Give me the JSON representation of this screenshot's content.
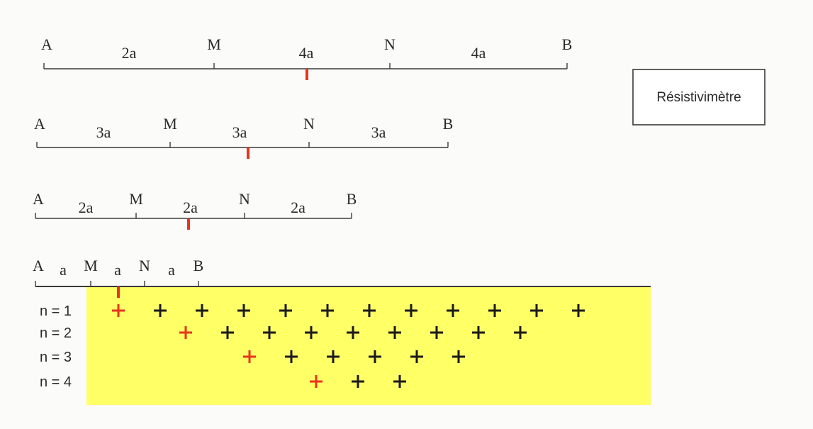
{
  "colors": {
    "background": "#fbfbfa",
    "line": "#3a3a3a",
    "midpoint": "#e8341c",
    "ground": "#ffff66",
    "plus": "#1a1a1a",
    "plus_first": "#e8341c"
  },
  "device": {
    "label": "Résistivimètre"
  },
  "arrays": [
    {
      "electrodes": [
        "A",
        "M",
        "N",
        "B"
      ],
      "spacings": [
        "2a",
        "4a",
        "4a"
      ]
    },
    {
      "electrodes": [
        "A",
        "M",
        "N",
        "B"
      ],
      "spacings": [
        "3a",
        "3a",
        "3a"
      ]
    },
    {
      "electrodes": [
        "A",
        "M",
        "N",
        "B"
      ],
      "spacings": [
        "2a",
        "2a",
        "2a"
      ]
    },
    {
      "electrodes": [
        "A",
        "M",
        "N",
        "B"
      ],
      "spacings": [
        "a",
        "a",
        "a"
      ]
    }
  ],
  "pseudo_section": {
    "rows": [
      {
        "label": "n = 1",
        "count": 12
      },
      {
        "label": "n = 2",
        "count": 9
      },
      {
        "label": "n = 3",
        "count": 6
      },
      {
        "label": "n = 4",
        "count": 3
      }
    ],
    "plus_symbol": "+"
  }
}
